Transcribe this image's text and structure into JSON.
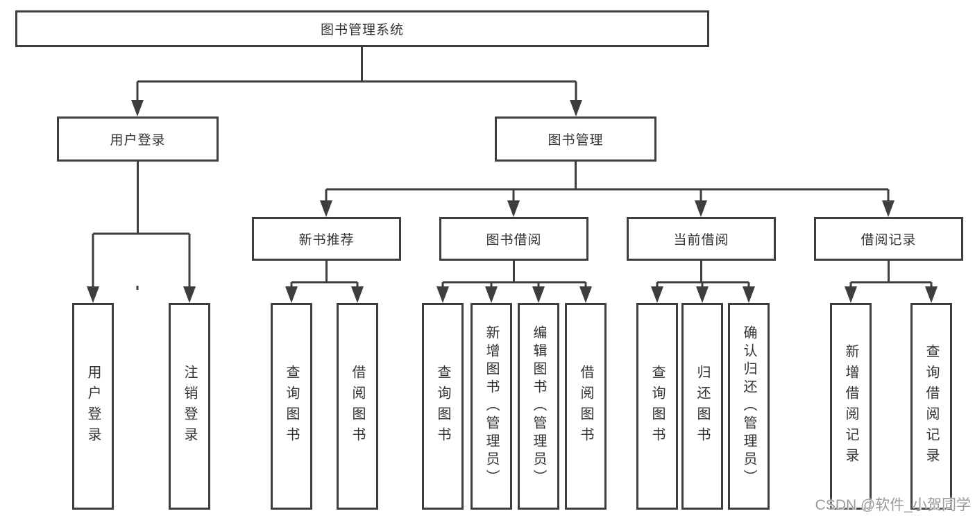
{
  "tree": {
    "root": {
      "label": "图书管理系统"
    },
    "branches": [
      {
        "label": "用户登录",
        "children": [
          {
            "label": "用户登录"
          },
          {
            "label": "注销登录"
          }
        ]
      },
      {
        "label": "图书管理",
        "children": [
          {
            "label": "新书推荐",
            "children": [
              {
                "label": "查询图书"
              },
              {
                "label": "借阅图书"
              }
            ]
          },
          {
            "label": "图书借阅",
            "children": [
              {
                "label": "查询图书"
              },
              {
                "label": "新增图书（管理员）"
              },
              {
                "label": "编辑图书（管理员）"
              },
              {
                "label": "借阅图书"
              }
            ]
          },
          {
            "label": "当前借阅",
            "children": [
              {
                "label": "查询图书"
              },
              {
                "label": "归还图书"
              },
              {
                "label": "确认归还（管理员）"
              }
            ]
          },
          {
            "label": "借阅记录",
            "children": [
              {
                "label": "新增借阅记录"
              },
              {
                "label": "查询借阅记录"
              }
            ]
          }
        ]
      }
    ]
  },
  "watermark": "CSDN @软件_小贺同学",
  "colors": {
    "line": "#3d3d3d",
    "box_border": "#3d3d3d",
    "text": "#333333",
    "background": "#ffffff",
    "watermark": "#9b9b9b"
  }
}
